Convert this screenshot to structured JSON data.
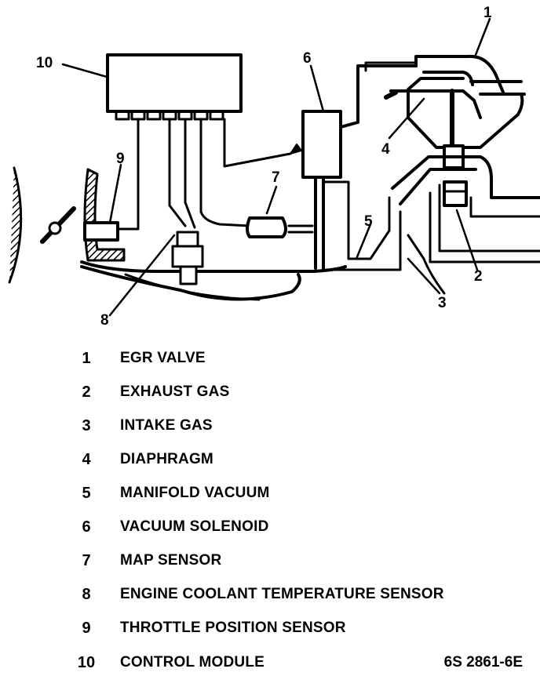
{
  "callouts": [
    "1",
    "2",
    "3",
    "4",
    "5",
    "6",
    "7",
    "8",
    "9",
    "10"
  ],
  "legend": [
    {
      "num": "1",
      "label": "EGR VALVE"
    },
    {
      "num": "2",
      "label": "EXHAUST GAS"
    },
    {
      "num": "3",
      "label": "INTAKE GAS"
    },
    {
      "num": "4",
      "label": "DIAPHRAGM"
    },
    {
      "num": "5",
      "label": "MANIFOLD VACUUM"
    },
    {
      "num": "6",
      "label": "VACUUM SOLENOID"
    },
    {
      "num": "7",
      "label": "MAP SENSOR"
    },
    {
      "num": "8",
      "label": "ENGINE COOLANT TEMPERATURE SENSOR"
    },
    {
      "num": "9",
      "label": "THROTTLE POSITION SENSOR"
    },
    {
      "num": "10",
      "label": "CONTROL MODULE"
    }
  ],
  "figure_code": "6S 2861-6E"
}
